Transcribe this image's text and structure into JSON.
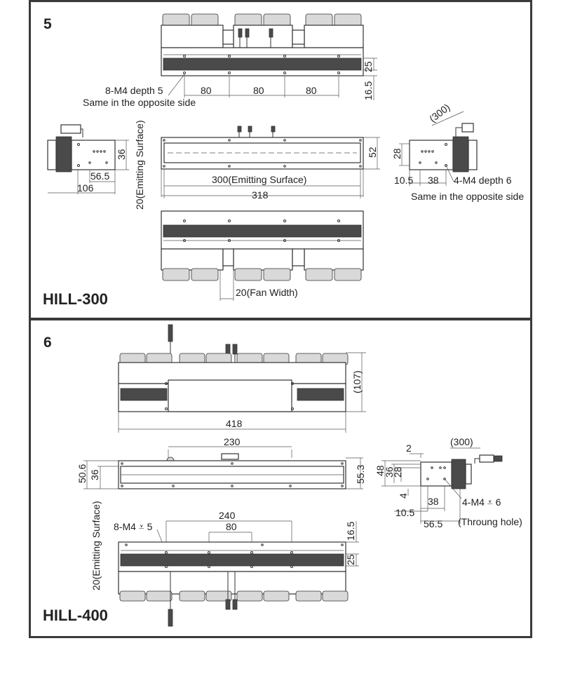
{
  "panel5": {
    "number": "5",
    "model": "HILL-300",
    "labels": {
      "dim_25": "25",
      "dim_16_5": "16.5",
      "m4_depth5": "8-M4 depth 5",
      "same_opposite_1": "Same in the opposite side",
      "pitch_80_a": "80",
      "pitch_80_b": "80",
      "pitch_80_c": "80",
      "emitting_vert": "20(Emitting Surface)",
      "dim_36": "36",
      "dim_56_5": "56.5",
      "dim_106": "106",
      "dim_52": "52",
      "emitting_300": "300(Emitting Surface)",
      "dim_318": "318",
      "dim_300_cable": "(300)",
      "dim_28": "28",
      "dim_10_5": "10.5",
      "dim_38": "38",
      "m4_depth6": "4-M4 depth 6",
      "same_opposite_2": "Same in the opposite side",
      "fan_width": "20(Fan Width)"
    }
  },
  "panel6": {
    "number": "6",
    "model": "HILL-400",
    "labels": {
      "dim_107": "(107)",
      "dim_418": "418",
      "dim_230": "230",
      "dim_50_6": "50.6",
      "dim_36": "36",
      "dim_55_3": "55.3",
      "dim_2": "2",
      "dim_300_cable": "(300)",
      "dim_48": "48",
      "dim_36_side": "36",
      "dim_28": "28",
      "dim_4": "4",
      "dim_38": "38",
      "dim_10_5": "10.5",
      "dim_56_5": "56.5",
      "m4_thru6": "4-M4 ⩡ 6",
      "through_hole": "(Throung hole)",
      "emitting_vert": "20(Emitting Surface)",
      "m4_thru5": "8-M4 ⩡ 5",
      "dim_240": "240",
      "dim_80": "80",
      "dim_16_5": "16.5",
      "dim_25": "25"
    }
  }
}
